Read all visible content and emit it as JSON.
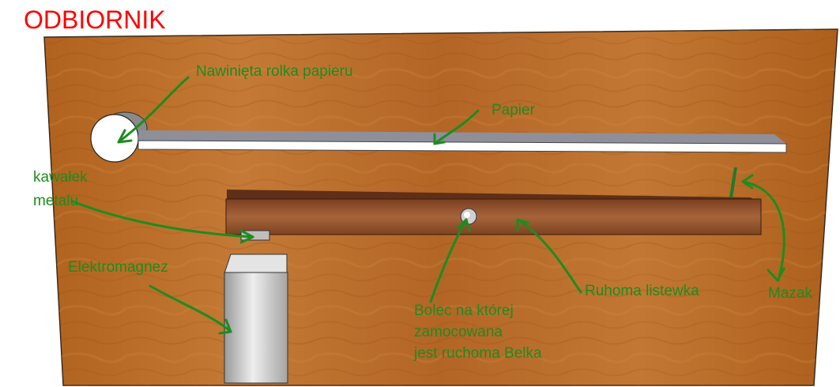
{
  "title": "ODBIORNIK",
  "labels": {
    "roll": "Nawinięta rolka papieru",
    "paper": "Papier",
    "metal_line1": "kawałek",
    "metal_line2": "metalu",
    "electromagnet": "Elektromagnez",
    "pin_line1": "Bolec na której",
    "pin_line2": "zamocowana",
    "pin_line3": "jest ruchoma Belka",
    "strip": "Ruhoma listewka",
    "marker": "Mazak"
  },
  "colors": {
    "title": "#ff0000",
    "label": "#1e8c1e",
    "arrow": "#1e8c1e",
    "board": "#b5651d",
    "beam": "#8a4a26",
    "paper": "#ffffff",
    "electromagnet": "#c8c8c8"
  }
}
